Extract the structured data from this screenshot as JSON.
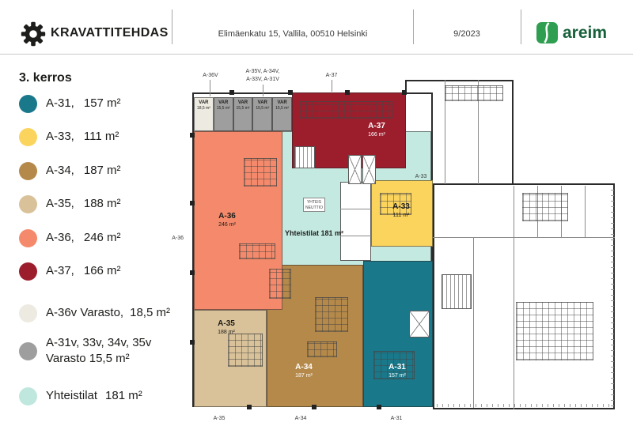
{
  "header": {
    "company": "KRAVATTITEHDAS",
    "address": "Elimäenkatu 15, Vallila, 00510 Helsinki",
    "date": "9/2023",
    "brand": "areim",
    "brand_icon_color": "#2f9e50",
    "brand_text_color": "#17613a"
  },
  "legend": {
    "title": "3. kerros",
    "items": [
      {
        "name": "A-31,",
        "area": "157 m²",
        "color": "#19788a"
      },
      {
        "name": "A-33,",
        "area": "111 m²",
        "color": "#fbd45e"
      },
      {
        "name": "A-34,",
        "area": "187 m²",
        "color": "#b5894a"
      },
      {
        "name": "A-35,",
        "area": "188 m²",
        "color": "#d9c299"
      },
      {
        "name": "A-36,",
        "area": "246 m²",
        "color": "#f48a6b"
      },
      {
        "name": "A-37,",
        "area": "166 m²",
        "color": "#9c1e2d"
      },
      {
        "name": "A-36v Varasto,",
        "area": "18,5 m²",
        "color": "#edeae1"
      },
      {
        "name": "A-31v, 33v, 34v, 35v",
        "area": "Varasto 15,5 m²",
        "color": "#9e9e9e"
      },
      {
        "name": "Yhteistilat",
        "area": "181 m²",
        "color": "#bfe7de"
      }
    ]
  },
  "plan": {
    "rooms": [
      {
        "name": "A-36",
        "area": "246 m²"
      },
      {
        "name": "A-37",
        "area": "166 m²"
      },
      {
        "name": "A-33",
        "area": "111 m²"
      },
      {
        "name": "A-35",
        "area": "188 m²"
      },
      {
        "name": "A-34",
        "area": "187 m²"
      },
      {
        "name": "A-31",
        "area": "157 m²"
      }
    ],
    "common_label": "Yhteistilat 181 m²",
    "small_room": {
      "line1": "YHTEIS",
      "line2": "NEUTTIO"
    },
    "var_units": [
      {
        "name": "VAR",
        "area": "18,5 m²"
      },
      {
        "name": "VAR",
        "area": "15,5 m²"
      },
      {
        "name": "VAR",
        "area": "15,5 m²"
      },
      {
        "name": "VAR",
        "area": "15,5 m²"
      },
      {
        "name": "VAR",
        "area": "15,5 m²"
      }
    ],
    "outer_labels": {
      "top_left": "A-36V",
      "top_mid_line1": "A-35V, A-34V,",
      "top_mid_line2": "A-33V, A-31V",
      "top_right": "A-37",
      "right": "A-33",
      "left": "A-36",
      "bottom_left": "A-35",
      "bottom_mid": "A-34",
      "bottom_right": "A-31"
    },
    "colors": {
      "a31": "#19788a",
      "a33": "#fbd45e",
      "a34": "#b5894a",
      "a35": "#d9c299",
      "a36": "#f48a6b",
      "a37": "#9c1e2d",
      "varasto_light": "#edeae1",
      "varasto_gray": "#9e9e9e",
      "common": "#c4e9e0"
    }
  }
}
